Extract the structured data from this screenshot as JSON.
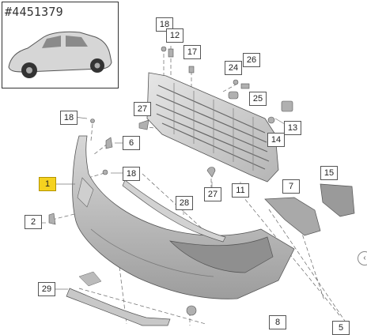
{
  "document_id": "#4451379",
  "thumbnail_icon": "car-suv-icon",
  "highlight_color": "#f5d21f",
  "callouts": [
    "18",
    "12",
    "17",
    "24",
    "26",
    "27",
    "25",
    "18",
    "13",
    "6",
    "14",
    "1",
    "18",
    "15",
    "7",
    "27",
    "11",
    "2",
    "28",
    "29",
    "8",
    "5"
  ],
  "nav_icon": "chevron-icon"
}
